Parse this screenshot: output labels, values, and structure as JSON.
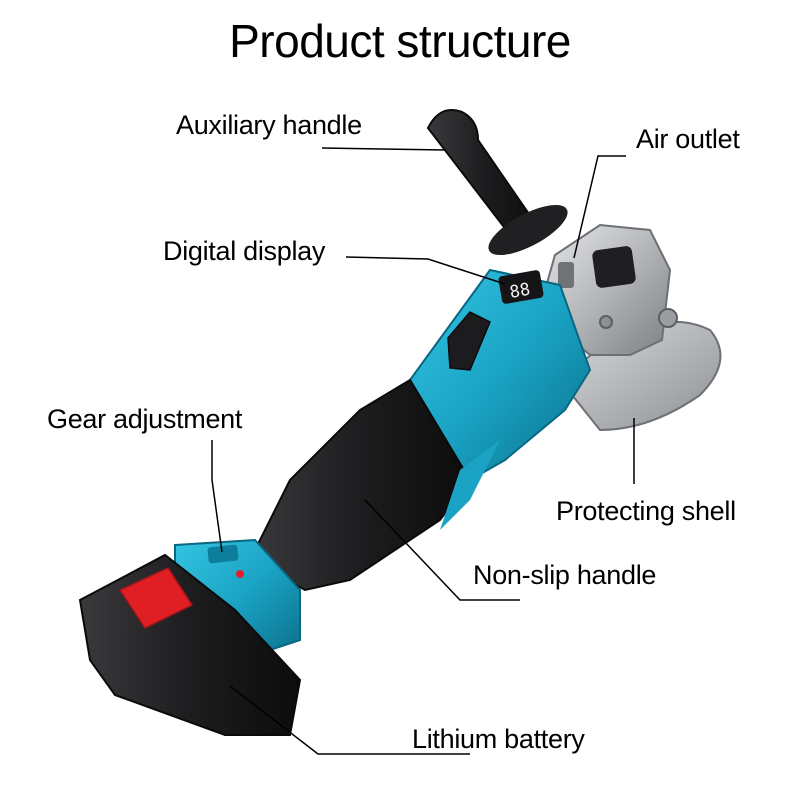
{
  "title": "Product structure",
  "labels": {
    "auxiliary_handle": "Auxiliary handle",
    "air_outlet": "Air outlet",
    "digital_display": "Digital display",
    "gear_adjustment": "Gear adjustment",
    "protecting_shell": "Protecting shell",
    "non_slip_handle": "Non-slip handle",
    "lithium_battery": "Lithium battery"
  },
  "display_readout": "88",
  "colors": {
    "body_teal": "#1aa3c4",
    "body_teal_dark": "#0d7f9c",
    "grip_black": "#1d1d1f",
    "metal_silver": "#b7b9bc",
    "battery_red": "#e01f24",
    "leader_line": "#000000"
  }
}
